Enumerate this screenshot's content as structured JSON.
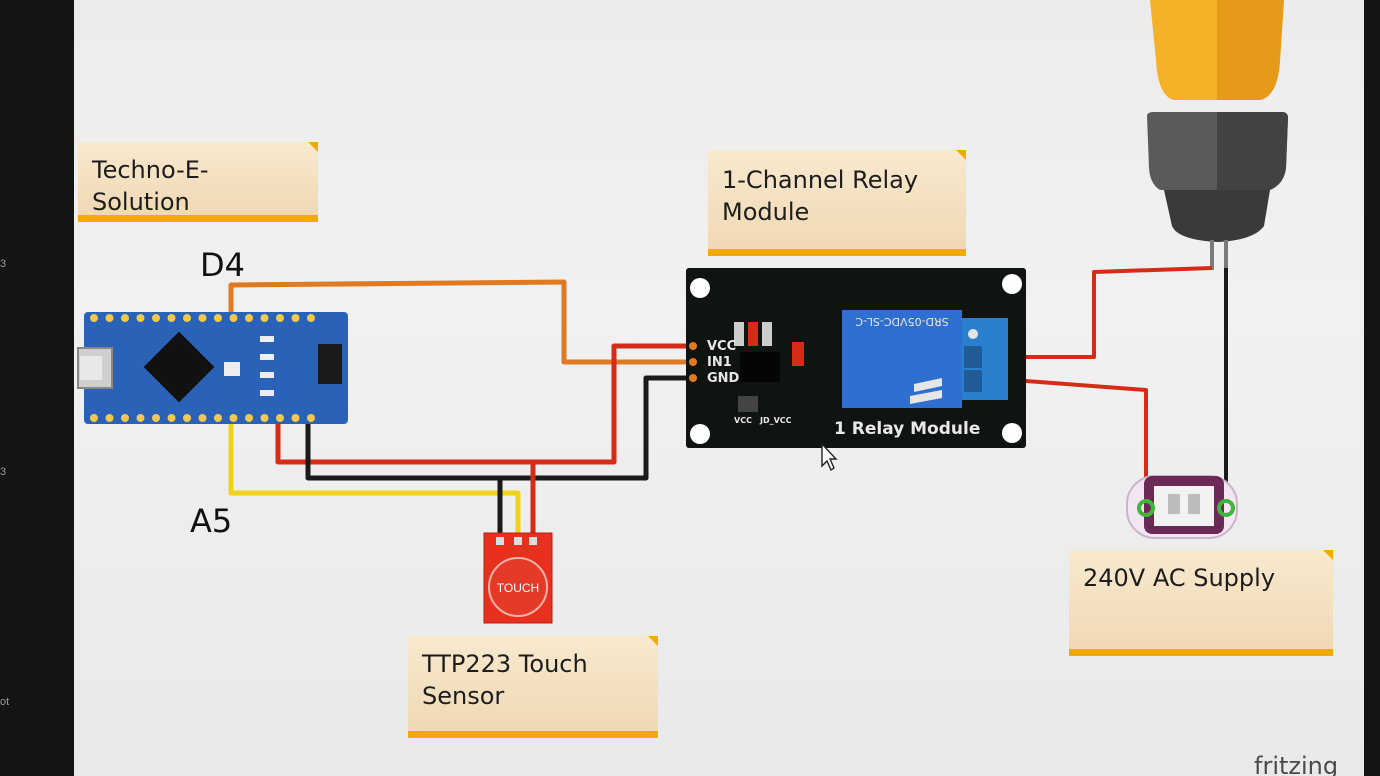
{
  "edge_text": {
    "a": "3",
    "b": "3",
    "c": "ot"
  },
  "notes": {
    "brand": "Techno-E-Solution",
    "relay_line1": "1-Channel Relay",
    "relay_line2": "Module",
    "sensor_line1": "TTP223 Touch",
    "sensor_line2": "Sensor",
    "supply": "240V AC Supply"
  },
  "pins": {
    "d4": "D4",
    "a5": "A5"
  },
  "relay": {
    "pin_vcc": "VCC",
    "pin_in1": "IN1",
    "pin_gnd": "GND",
    "jumper_vcc": "VCC",
    "jumper_jdvcc": "JD_VCC",
    "board_label": "1 Relay Module",
    "relay_model": "SRD-05VDC-SL-C"
  },
  "touch": {
    "label": "TOUCH"
  },
  "footer": {
    "logo": "fritzing"
  },
  "colors": {
    "wire_red": "#d62b16",
    "wire_orange": "#e07a22",
    "wire_yellow": "#f0d21c",
    "wire_black": "#1a1a1a",
    "arduino_blue": "#2a62b8",
    "relay_board": "#0f1411",
    "relay_blue": "#2f6fd0",
    "note_accent": "#f2a900",
    "bulb_yellow": "#f3b227"
  },
  "icons": {
    "cursor": "mouse-cursor-icon"
  }
}
